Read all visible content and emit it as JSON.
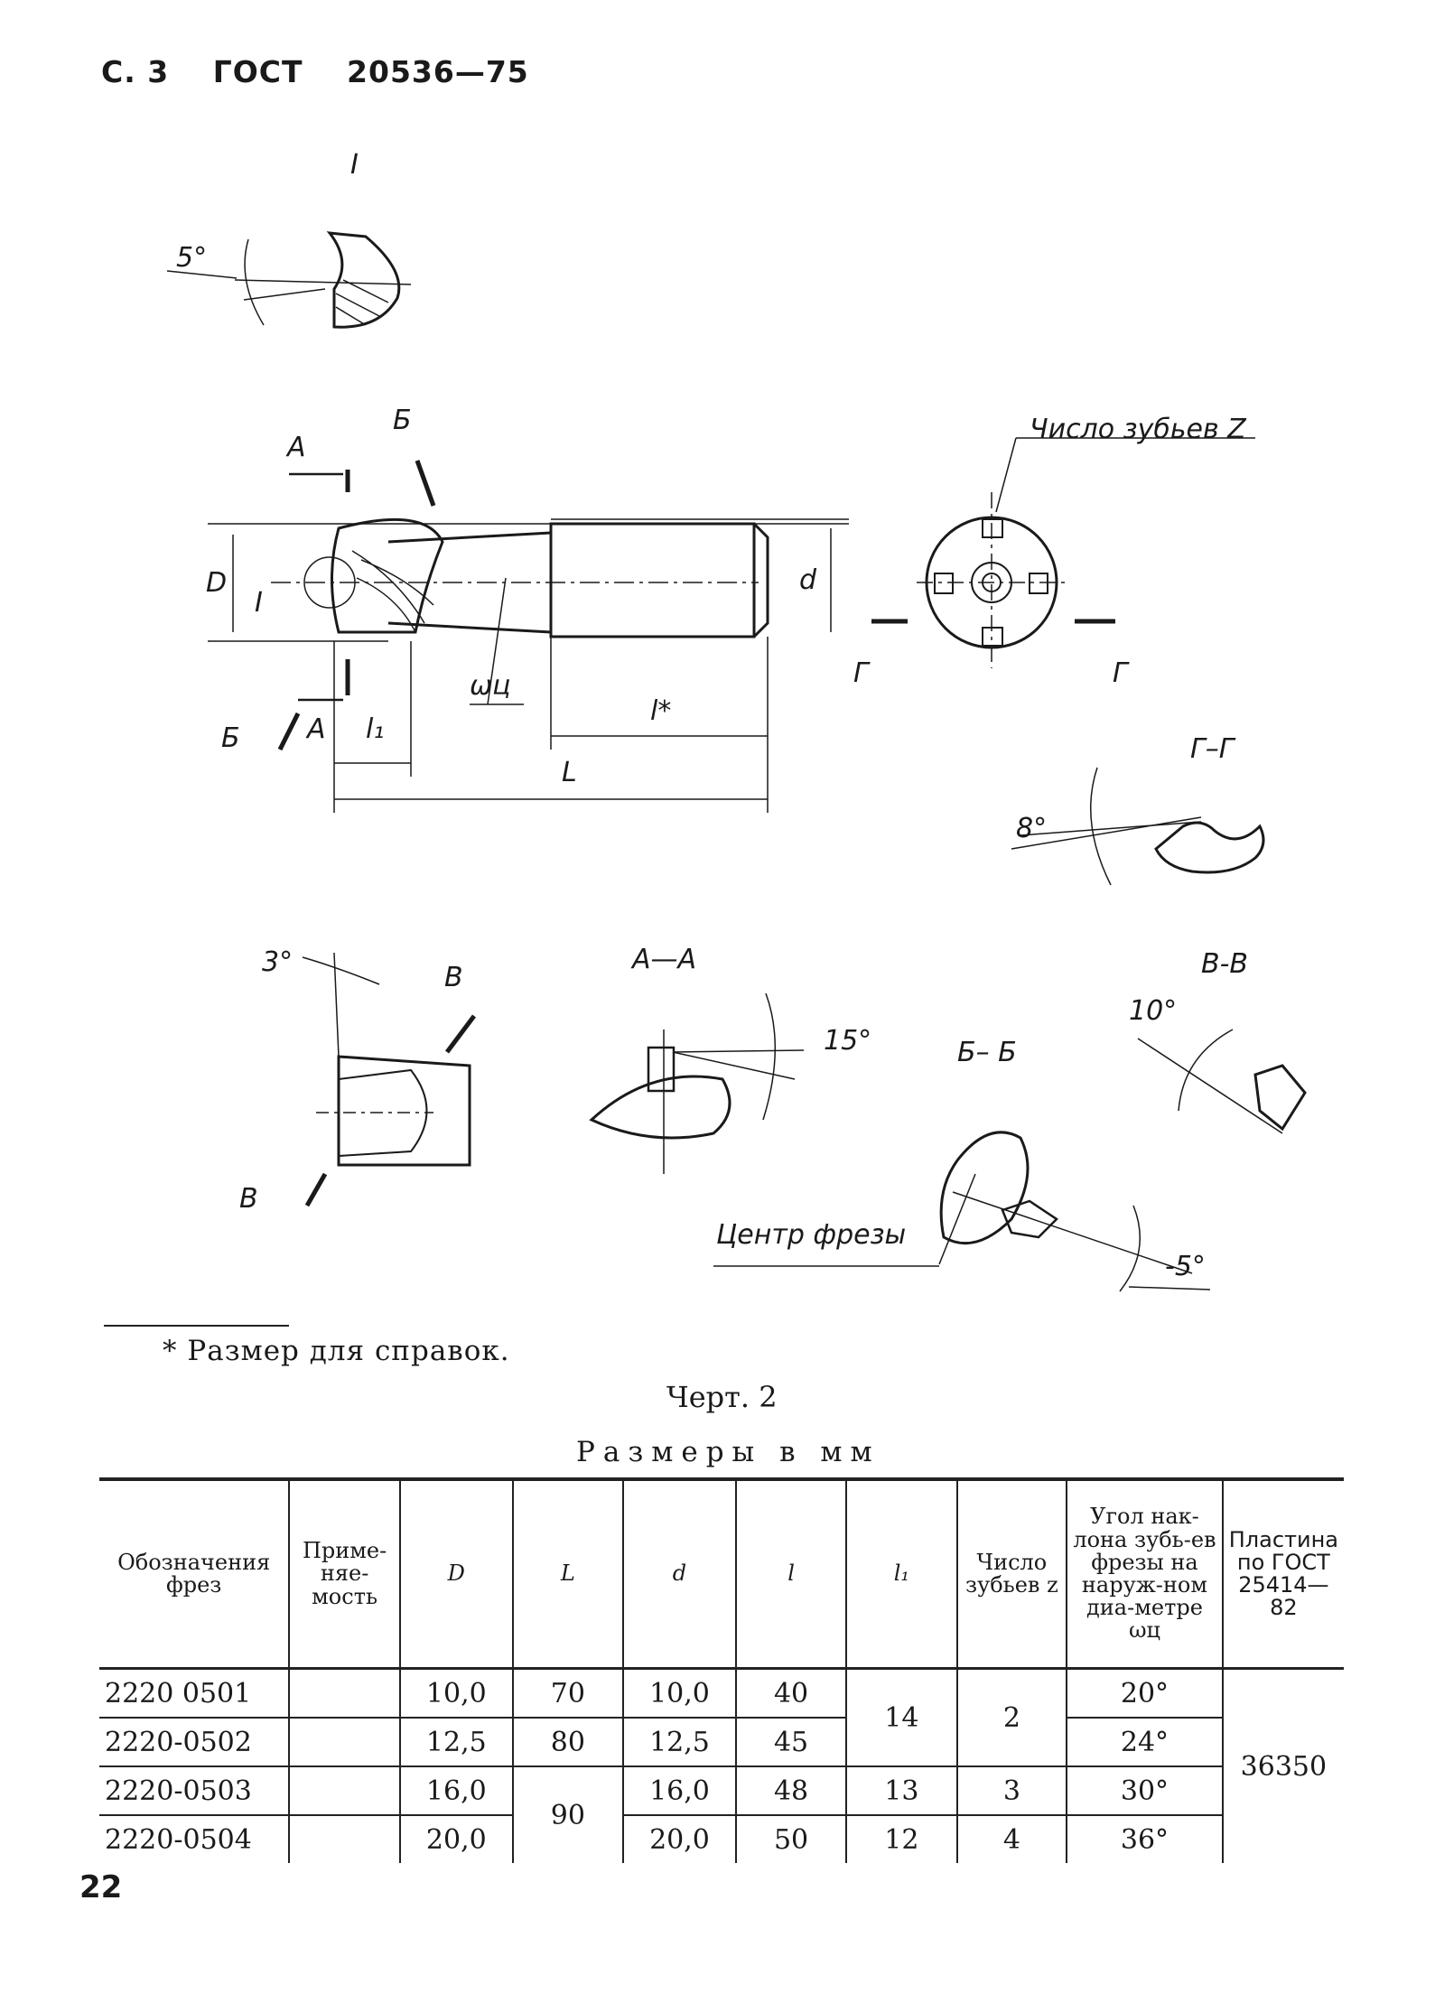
{
  "header": {
    "page": "С. 3",
    "standard": "ГОСТ",
    "number": "20536—75"
  },
  "drawing_labels": {
    "detail_I": "I",
    "angle_5": "5°",
    "section_A": "А",
    "section_B": "Б",
    "dim_D": "D",
    "detail_I_small": "I",
    "omega": "ωц",
    "dim_l1": "l₁",
    "dim_l_star": "l*",
    "dim_L": "L",
    "dim_d": "d",
    "teeth_label": "Число зубьев Z",
    "section_G": "Г",
    "view_GG": "Г–Г",
    "angle_8": "8°",
    "angle_3": "3°",
    "section_V": "В",
    "view_AA": "А—А",
    "angle_15": "15°",
    "view_BB": "Б– Б",
    "view_VV": "В-В",
    "angle_10": "10°",
    "center_label": "Центр фрезы",
    "angle_m5": "-5°"
  },
  "footnote": "* Размер для справок.",
  "figure_caption": "Черт. 2",
  "units_caption": "Размеры в мм",
  "table": {
    "headers": {
      "designation": "Обозначения фрез",
      "applicability": "Приме-няе-мость",
      "D": "D",
      "L": "L",
      "d": "d",
      "l": "l",
      "l1": "l₁",
      "teeth": "Число зубьев z",
      "angle": "Угол нак-лона зубь-ев фрезы на наруж-ном диа-метре ωц",
      "plate": "Пластина по ГОСТ 25414—82"
    },
    "rows": [
      {
        "designation": "2220 0501",
        "D": "10,0",
        "L": "70",
        "d": "10,0",
        "l": "40",
        "angle": "20°"
      },
      {
        "designation": "2220-0502",
        "D": "12,5",
        "L": "80",
        "d": "12,5",
        "l": "45",
        "angle": "24°"
      },
      {
        "designation": "2220-0503",
        "D": "16,0",
        "L": "90",
        "d": "16,0",
        "l": "48",
        "angle": "30°"
      },
      {
        "designation": "2220-0504",
        "D": "20,0",
        "d": "20,0",
        "l": "50",
        "angle": "36°"
      }
    ],
    "merged": {
      "l1_rows12": "14",
      "teeth_rows12": "2",
      "l1_row3": "13",
      "teeth_row3": "3",
      "l1_row4": "12",
      "teeth_row4": "4",
      "plate_all": "36350"
    }
  },
  "page_number": "22"
}
